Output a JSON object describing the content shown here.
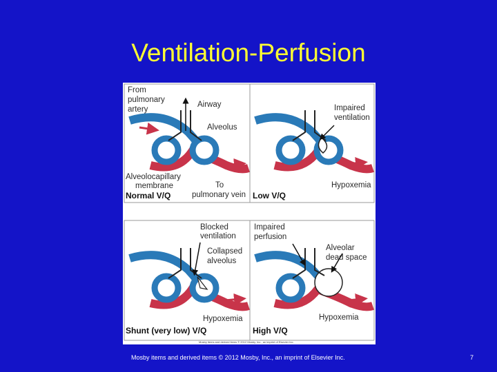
{
  "slide": {
    "title": "Ventilation-Perfusion",
    "footer": "Mosby items and derived items © 2012 Mosby, Inc., an imprint of Elsevier Inc.",
    "page_number": "7"
  },
  "colors": {
    "background": "#1414c8",
    "title": "#ffff33",
    "vessel_blue": "#2a7ab8",
    "vessel_red": "#c8344a"
  },
  "figure": {
    "panels": {
      "normal": {
        "caption": "Normal V/Q",
        "labels": {
          "from_artery": [
            "From",
            "pulmonary",
            "artery"
          ],
          "airway": "Airway",
          "alveolus": "Alveolus",
          "membrane": [
            "Alveolocapillary",
            "membrane"
          ],
          "to_vein": [
            "To",
            "pulmonary vein"
          ]
        }
      },
      "low": {
        "caption": "Low V/Q",
        "labels": {
          "impaired_ventilation": [
            "Impaired",
            "ventilation"
          ],
          "hypoxemia": "Hypoxemia"
        }
      },
      "shunt": {
        "caption": "Shunt (very low) V/Q",
        "labels": {
          "blocked": [
            "Blocked",
            "ventilation"
          ],
          "collapsed": [
            "Collapsed",
            "alveolus"
          ],
          "hypoxemia": "Hypoxemia"
        }
      },
      "high": {
        "caption": "High V/Q",
        "labels": {
          "impaired_perfusion": [
            "Impaired",
            "perfusion"
          ],
          "dead_space": [
            "Alveolar",
            "dead space"
          ],
          "hypoxemia": "Hypoxemia"
        }
      }
    },
    "credit": "Mosby items and derived items © 2012 Mosby, Inc., an imprint of Elsevier Inc."
  }
}
